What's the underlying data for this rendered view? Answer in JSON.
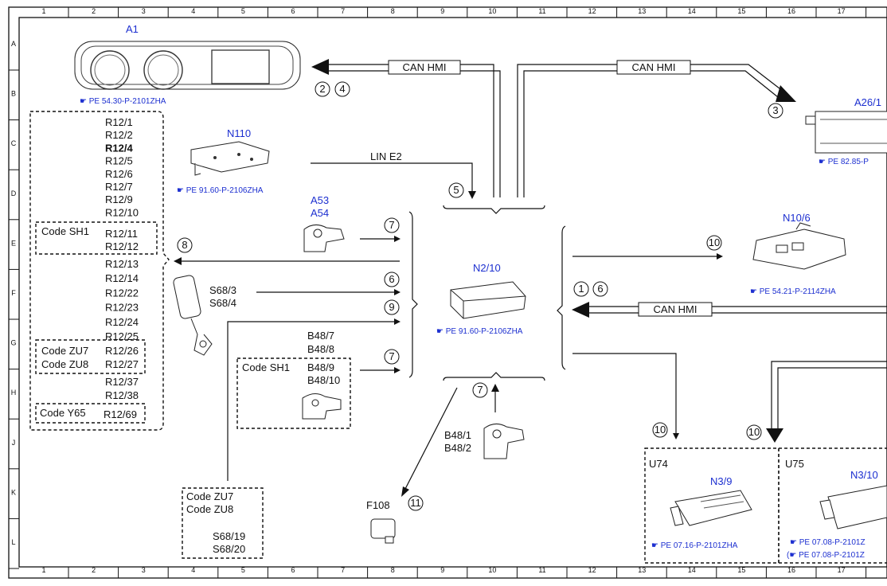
{
  "grid": {
    "cols": [
      "1",
      "2",
      "3",
      "4",
      "5",
      "6",
      "7",
      "8",
      "9",
      "10",
      "11",
      "12",
      "13",
      "14",
      "15",
      "16",
      "17"
    ],
    "rows": [
      "A",
      "B",
      "C",
      "D",
      "E",
      "F",
      "G",
      "H",
      "J",
      "K",
      "L"
    ]
  },
  "bus": {
    "can_hmi_1": "CAN HMI",
    "can_hmi_2": "CAN HMI",
    "can_hmi_3": "CAN HMI",
    "lin_e2": "LIN E2"
  },
  "components": {
    "a1": {
      "label": "A1",
      "ref": "PE 54.30-P-2101ZHA"
    },
    "a26": {
      "label": "A26/1",
      "ref": "PE 82.85-P"
    },
    "n110": {
      "label": "N110",
      "ref": "PE 91.60-P-2106ZHA"
    },
    "a53": "A53",
    "a54": "A54",
    "n2_10": {
      "label": "N2/10",
      "ref": "PE 91.60-P-2106ZHA"
    },
    "n10_6": {
      "label": "N10/6",
      "ref": "PE 54.21-P-2114ZHA"
    },
    "s68": [
      "S68/3",
      "S68/4"
    ],
    "b48_top": [
      "B48/7",
      "B48/8"
    ],
    "code_sh1_b": "Code SH1",
    "b48_sh1": [
      "B48/9",
      "B48/10"
    ],
    "b48_bottom": [
      "B48/1",
      "B48/2"
    ],
    "f108": "F108",
    "zu_box": {
      "codes": [
        "Code ZU7",
        "Code ZU8"
      ],
      "items": [
        "S68/19",
        "S68/20"
      ]
    },
    "u74": {
      "label": "U74",
      "module": "N3/9",
      "ref": "PE 07.16-P-2101ZHA"
    },
    "u75": {
      "label": "U75",
      "module": "N3/10",
      "refs": [
        "PE 07.08-P-2101Z",
        "PE 07.08-P-2101Z"
      ]
    }
  },
  "r12_list": {
    "top": [
      "R12/1",
      "R12/2",
      "R12/4",
      "R12/5",
      "R12/6",
      "R12/7",
      "R12/9",
      "R12/10"
    ],
    "sh1_code": "Code SH1",
    "sh1_items": [
      "R12/11",
      "R12/12"
    ],
    "mid": [
      "R12/13",
      "R12/14",
      "R12/22",
      "R12/23",
      "R12/24",
      "R12/25"
    ],
    "zu_codes": [
      "Code ZU7",
      "Code ZU8"
    ],
    "zu_items": [
      "R12/26",
      "R12/27"
    ],
    "bottom": [
      "R12/37",
      "R12/38"
    ],
    "y65_code": "Code Y65",
    "y65_item": "R12/69"
  },
  "markers": {
    "m2": "2",
    "m4": "4",
    "m3": "3",
    "m5": "5",
    "m7a": "7",
    "m8": "8",
    "m6": "6",
    "m9": "9",
    "m7b": "7",
    "m7c": "7",
    "m10a": "10",
    "m1": "1",
    "m6b": "6",
    "m11": "11",
    "m10b": "10",
    "m10c": "10"
  },
  "colors": {
    "blue_label": "#1c2fd0",
    "line": "#111111"
  }
}
